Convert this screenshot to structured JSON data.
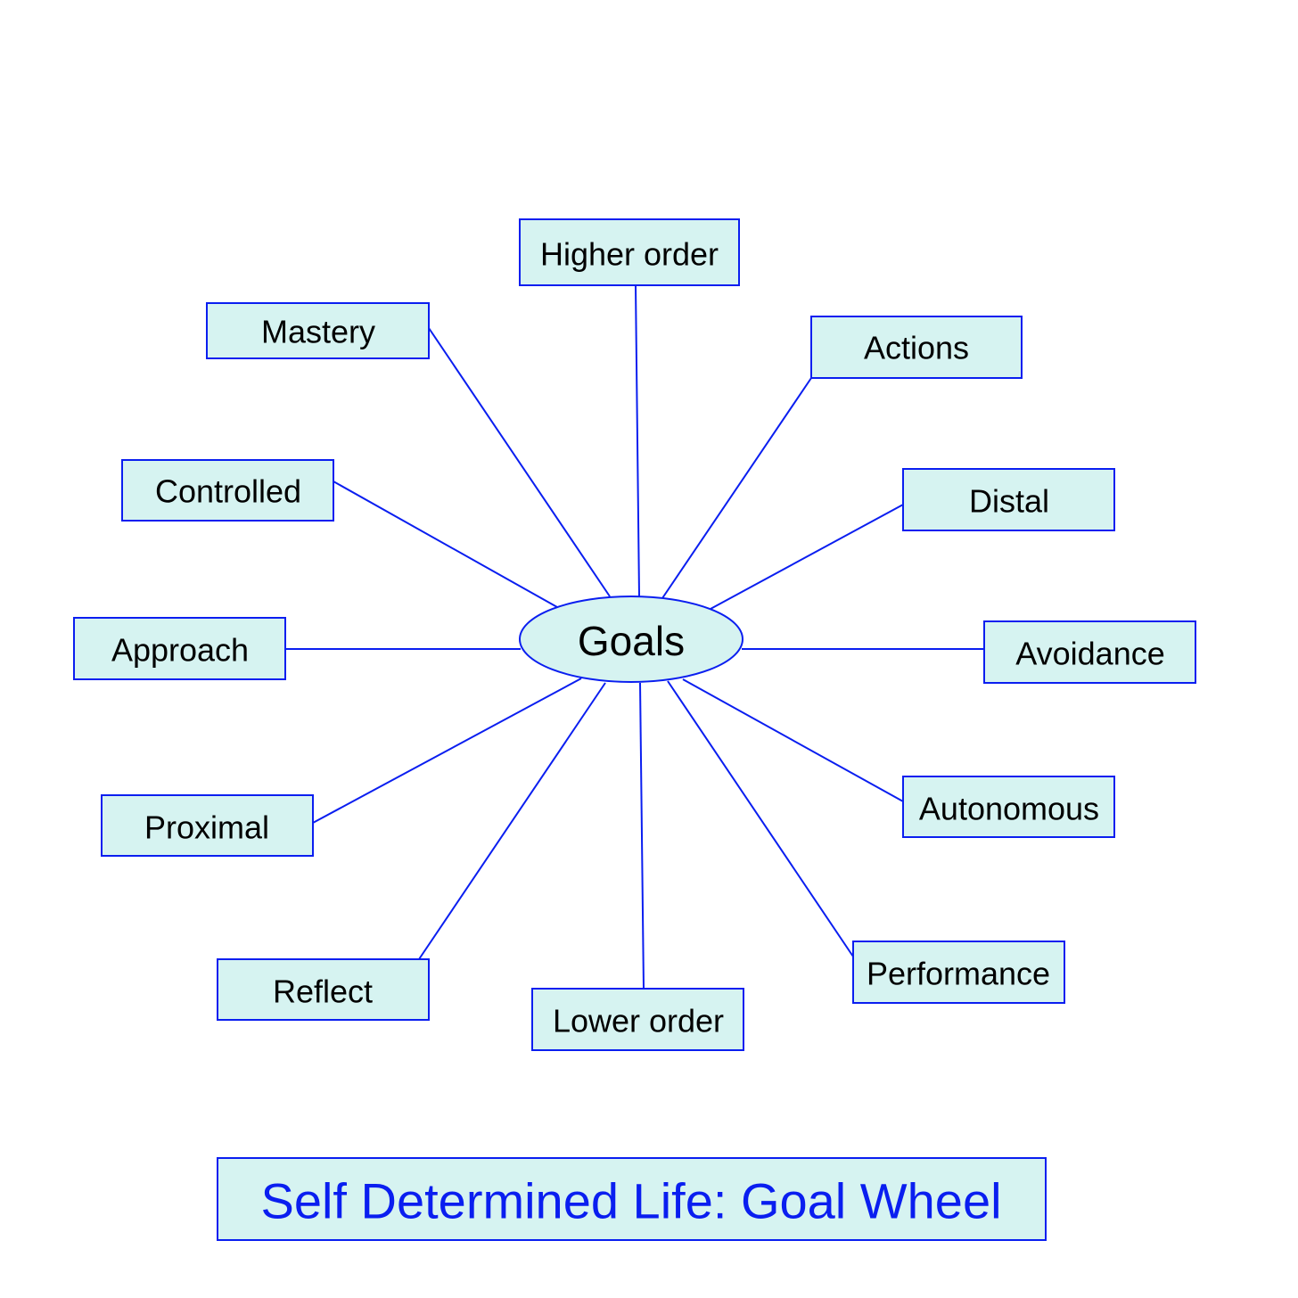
{
  "hub": {
    "label": "Goals"
  },
  "nodes": {
    "higher_order": "Higher order",
    "mastery": "Mastery",
    "actions": "Actions",
    "controlled": "Controlled",
    "distal": "Distal",
    "approach": "Approach",
    "avoidance": "Avoidance",
    "proximal": "Proximal",
    "autonomous": "Autonomous",
    "reflect": "Reflect",
    "lower_order": "Lower order",
    "performance": "Performance"
  },
  "title": {
    "text": "Self Determined Life: Goal Wheel"
  },
  "colors": {
    "stroke": "#0a1ef0",
    "fill": "#d6f3f1",
    "title_text": "#0a1ef0"
  }
}
